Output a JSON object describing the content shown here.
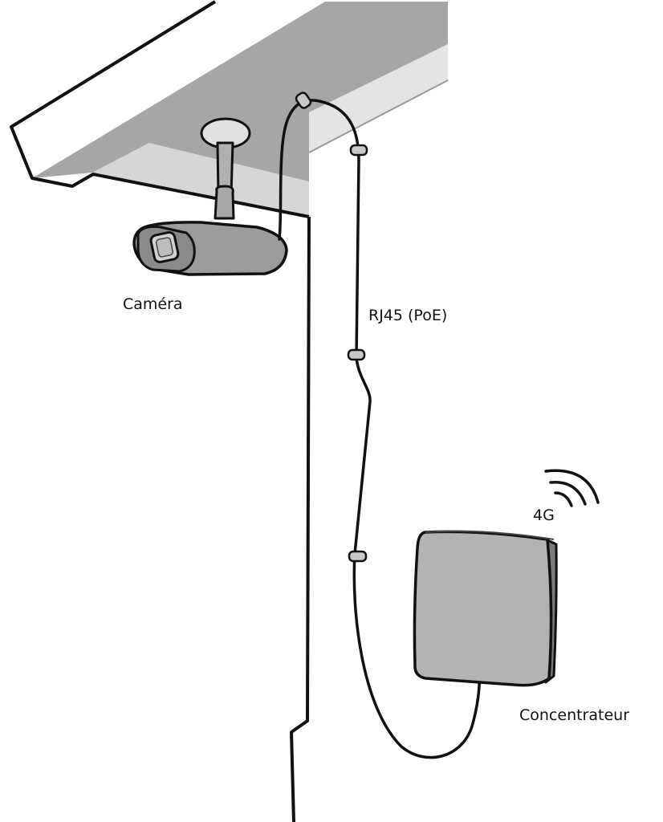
{
  "labels": {
    "camera": "Caméra",
    "cable": "RJ45 (PoE)",
    "signal": "4G",
    "hub": "Concentrateur"
  },
  "icons": {
    "camera": "camera-icon",
    "hub": "router-box-icon",
    "signal": "wireless-signal-icon"
  },
  "colors": {
    "outline": "#111111",
    "roof_dark": "#a6a6a6",
    "roof_light": "#d6d6d6",
    "camera_body": "#9c9c9c",
    "hub_body": "#b3b3b3"
  }
}
